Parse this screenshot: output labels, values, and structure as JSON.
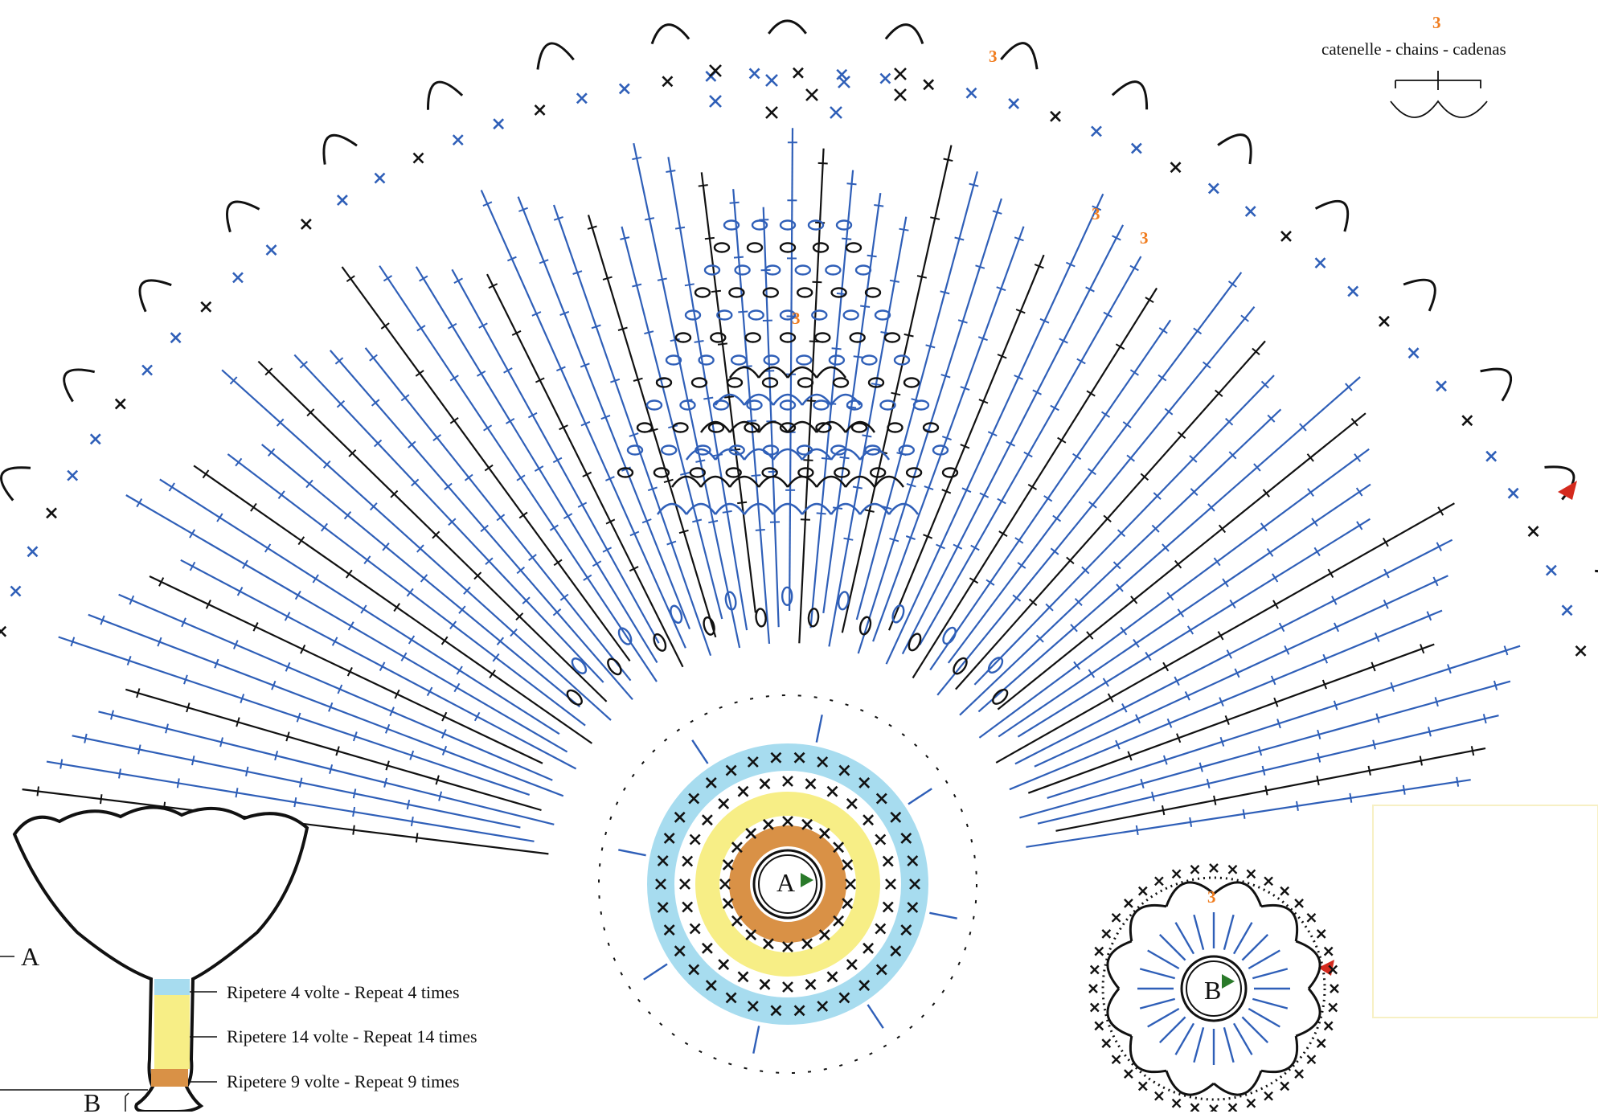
{
  "legend": {
    "count": "3",
    "label": "catenelle - chains - cadenas"
  },
  "stitch_count_marks": [
    "3",
    "3",
    "3",
    "3",
    "3"
  ],
  "motif_labels": {
    "a": "A",
    "b": "B"
  },
  "vase_diagram": {
    "label_a": "A",
    "label_b": "B",
    "notes": [
      "Ripetere 4 volte - Repeat 4 times",
      "Ripetere 14 volte - Repeat 14 times",
      "Ripetere 9 volte - Repeat 9 times"
    ]
  },
  "colors": {
    "blue_stitch": "#2f5fb8",
    "black_stitch": "#111111",
    "band_light_blue": "#a7dcef",
    "band_yellow": "#f7ee86",
    "band_orange": "#d99146",
    "count_orange": "#f07c1e",
    "start_marker_green": "#2a7a2a",
    "end_marker_red": "#d42a1e",
    "note_box_border": "#f7f0c4"
  }
}
